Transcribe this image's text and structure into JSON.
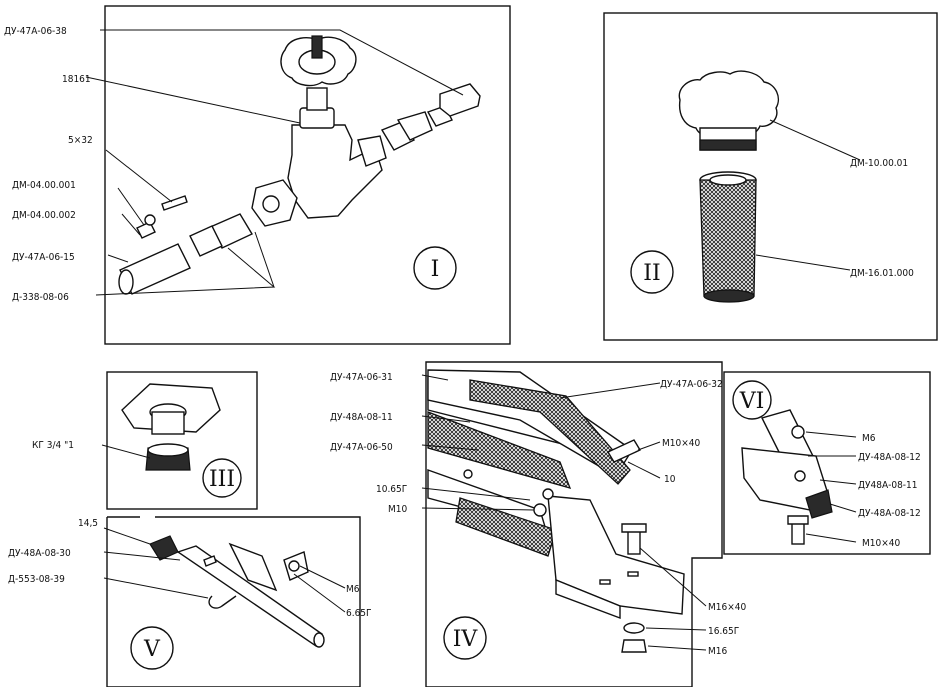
{
  "sections": {
    "s1": {
      "numeral": "I",
      "labels": [
        "ДУ-47А-06-38",
        "18161",
        "5×32",
        "ДМ-04.00.001",
        "ДМ-04.00.002",
        "ДУ-47А-06-15",
        "Д-338-08-06"
      ]
    },
    "s2": {
      "numeral": "II",
      "labels": [
        "ДМ-10.00.01",
        "ДМ-16.01.000"
      ]
    },
    "s3": {
      "numeral": "III",
      "labels": [
        "КГ 3/4 \"1"
      ]
    },
    "s4": {
      "numeral": "IV",
      "labels": [
        "ДУ-47А-06-31",
        "ДУ-48А-08-11",
        "ДУ-47А-06-50",
        "10.65Г",
        "М10",
        "ДУ-47А-06-32",
        "М10×40",
        "10",
        "М16×40",
        "16.65Г",
        "М16"
      ]
    },
    "s5": {
      "numeral": "V",
      "labels": [
        "14,5",
        "ДУ-48А-08-30",
        "Д-553-08-39",
        "М6",
        "6.65Г"
      ]
    },
    "s6": {
      "numeral": "VI",
      "labels": [
        "М6",
        "ДУ-48А-08-12",
        "ДУ48А-08-11",
        "ДУ-48А-08-12",
        "М10×40"
      ]
    }
  }
}
